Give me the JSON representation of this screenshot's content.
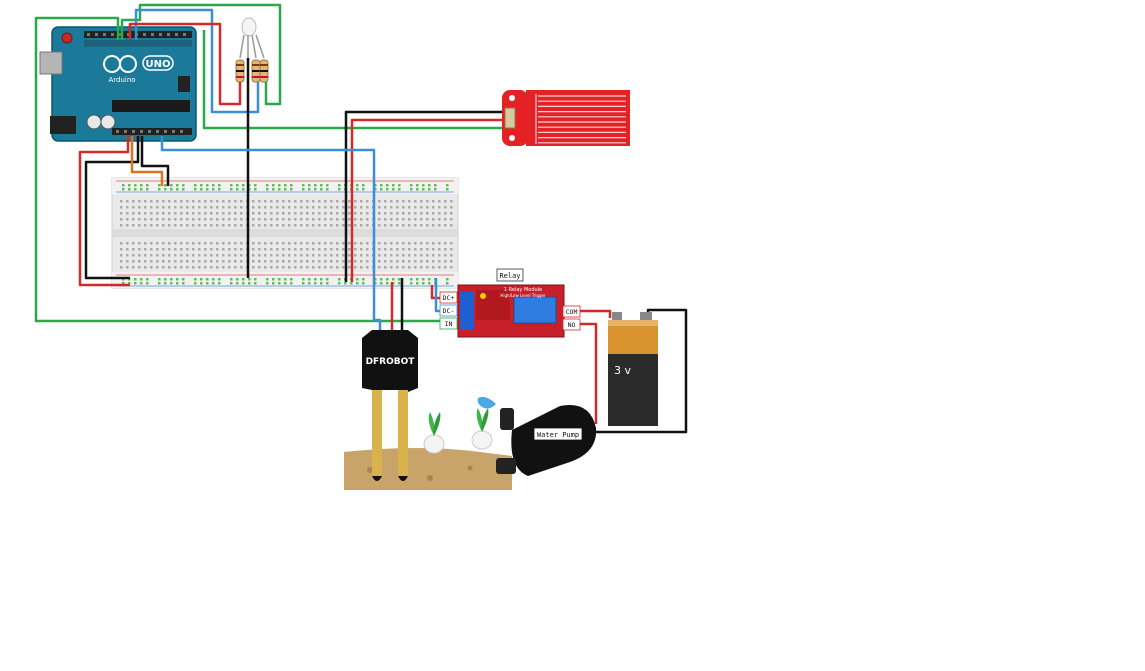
{
  "arduino": {
    "brand": "UNO",
    "maker": "Arduino",
    "color": "#1b7a9a"
  },
  "relay": {
    "title": "Relay",
    "board_text_1": "1 Relay Module",
    "board_text_2": "High/Low Level Trigger",
    "pins_left": [
      "DC+",
      "DC-",
      "IN"
    ],
    "pins_right": [
      "COM",
      "NO"
    ],
    "color": "#c8202a"
  },
  "battery": {
    "label": "3 v"
  },
  "pump": {
    "label": "Water Pump"
  },
  "moisture_sensor": {
    "brand": "DFROBOT"
  },
  "water_sensor": {
    "color": "#e42124"
  },
  "wire_colors": {
    "red": "#d62828",
    "black": "#111111",
    "green": "#2aa84a",
    "blue": "#3b8fd6",
    "orange": "#d9731e"
  }
}
